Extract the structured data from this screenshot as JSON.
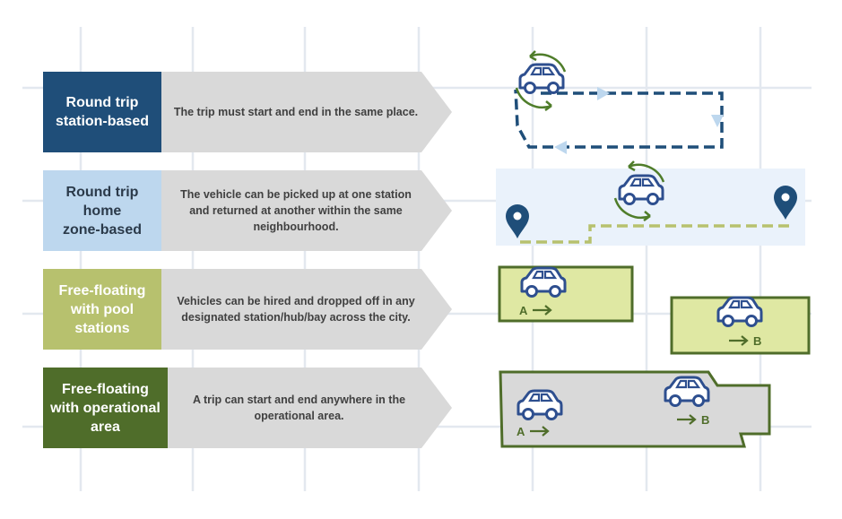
{
  "colors": {
    "navy": "#1f4e79",
    "dark_blue_stroke": "#2e4f8f",
    "light_blue": "#bdd7ee",
    "olive": "#b7c16e",
    "dark_green": "#4f6d2a",
    "grey": "#d9d9d9",
    "light_green_fill": "#dfe8a3",
    "grid": "#e3e8ef"
  },
  "rows": [
    {
      "label": "Round trip\nstation-based",
      "description": "The trip must start and end in the same place.",
      "label_bg": "#1f4e79",
      "label_color": "#ffffff"
    },
    {
      "label": "Round trip\nhome\nzone-based",
      "description": "The vehicle can be picked up at one station and returned at another within the same neighbourhood.",
      "label_bg": "#bdd7ee",
      "label_color": "#2b3a4a"
    },
    {
      "label": "Free-floating\nwith pool\nstations",
      "description": "Vehicles can be hired and dropped off in any designated station/hub/bay across the city.",
      "label_bg": "#b7c16e",
      "label_color": "#ffffff"
    },
    {
      "label": "Free-floating\nwith operational\narea",
      "description": "A trip can start and end anywhere in the operational area.",
      "label_bg": "#4f6d2a",
      "label_color": "#ffffff"
    }
  ],
  "illustrations": {
    "pool_start_label": "A",
    "pool_end_label": "B",
    "area_start_label": "A",
    "area_end_label": "B",
    "icons": [
      "car-icon",
      "rotate-arrows-icon",
      "location-pin-icon",
      "arrow-right-icon"
    ]
  }
}
